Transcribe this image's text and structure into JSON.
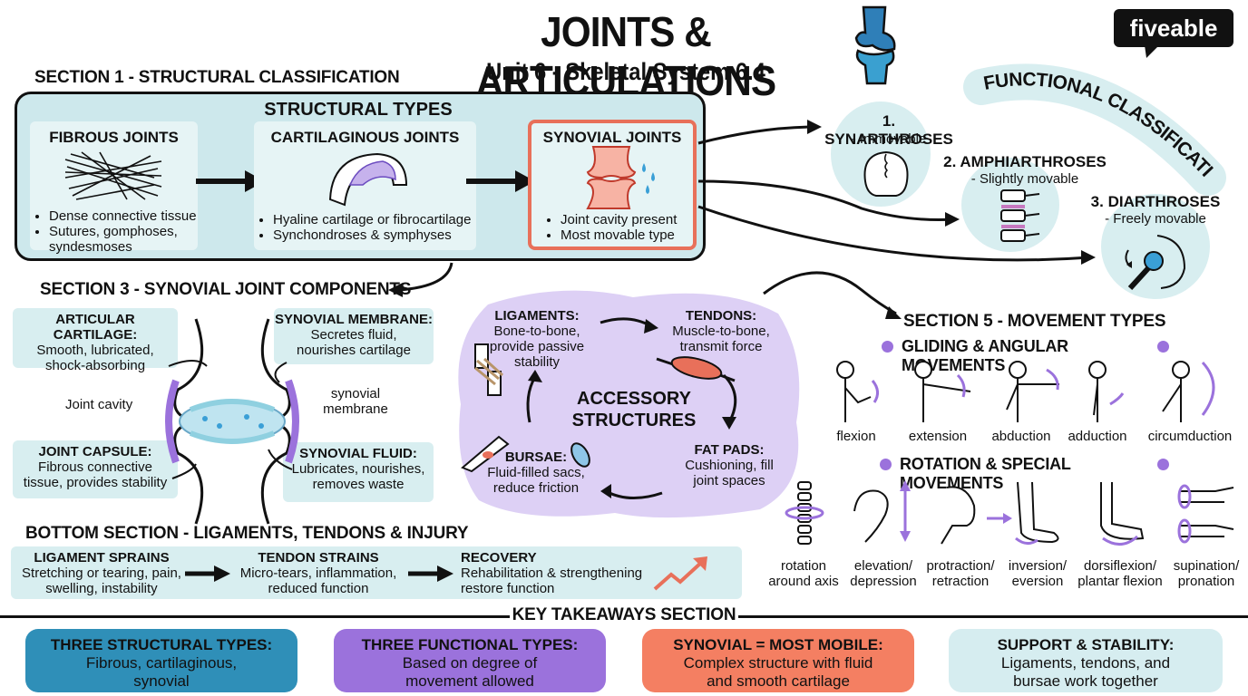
{
  "header": {
    "title": "JOINTS & ARTICULATIONS",
    "subtitle": "Unit 6 - Skeletal System 6.4",
    "brand": "fiveable"
  },
  "section1": {
    "heading": "SECTION 1 - STRUCTURAL CLASSIFICATION",
    "box_title": "STRUCTURAL TYPES",
    "fibrous": {
      "title": "FIBROUS JOINTS",
      "bullets": [
        "Dense connective tissue",
        "Sutures, gomphoses, syndesmoses"
      ]
    },
    "cartilaginous": {
      "title": "CARTILAGINOUS JOINTS",
      "bullets": [
        "Hyaline cartilage or fibrocartilage",
        "Synchondroses & symphyses"
      ]
    },
    "synovial": {
      "title": "SYNOVIAL JOINTS",
      "bullets": [
        "Joint cavity present",
        "Most movable type"
      ]
    }
  },
  "functional": {
    "heading": "FUNCTIONAL CLASSIFICATION",
    "items": [
      {
        "title": "1. SYNARTHROSES",
        "desc": "- Immovable"
      },
      {
        "title": "2. AMPHIARTHROSES",
        "desc": "- Slightly movable"
      },
      {
        "title": "3. DIARTHROSES",
        "desc": "- Freely movable"
      }
    ]
  },
  "section3": {
    "heading": "SECTION 3 - SYNOVIAL JOINT COMPONENTS",
    "articular": {
      "title": "ARTICULAR CARTILAGE:",
      "desc": "Smooth, lubricated, shock-absorbing"
    },
    "membrane": {
      "title": "SYNOVIAL MEMBRANE:",
      "desc": "Secretes fluid, nourishes cartilage"
    },
    "capsule": {
      "title": "JOINT CAPSULE:",
      "desc": "Fibrous connective tissue, provides stability"
    },
    "fluid": {
      "title": "SYNOVIAL FLUID:",
      "desc": "Lubricates, nourishes, removes waste"
    },
    "label_cavity": "Joint cavity",
    "label_membrane": "synovial membrane"
  },
  "accessory": {
    "title": "ACCESSORY STRUCTURES",
    "ligaments": {
      "title": "LIGAMENTS:",
      "desc": "Bone-to-bone, provide passive stability"
    },
    "tendons": {
      "title": "TENDONS:",
      "desc": "Muscle-to-bone, transmit force"
    },
    "fatpads": {
      "title": "FAT PADS:",
      "desc": "Cushioning, fill joint spaces"
    },
    "bursae": {
      "title": "BURSAE:",
      "desc": "Fluid-filled sacs, reduce friction"
    }
  },
  "section5": {
    "heading": "SECTION 5 - MOVEMENT TYPES",
    "group1": "GLIDING & ANGULAR MOVEMENTS",
    "group1_items": [
      "flexion",
      "extension",
      "abduction",
      "adduction",
      "circumduction"
    ],
    "group2": "ROTATION & SPECIAL MOVEMENTS",
    "group2_items": [
      "rotation around axis",
      "elevation/ depression",
      "protraction/ retraction",
      "inversion/ eversion",
      "dorsiflexion/ plantar flexion",
      "supination/ pronation"
    ]
  },
  "bottom": {
    "heading": "BOTTOM SECTION - LIGAMENTS, TENDONS & INJURY",
    "sprains": {
      "title": "LIGAMENT SPRAINS",
      "desc": "Stretching or tearing, pain, swelling, instability"
    },
    "strains": {
      "title": "TENDON STRAINS",
      "desc": "Micro-tears, inflammation, reduced function"
    },
    "recovery": {
      "title": "RECOVERY",
      "desc": "Rehabilitation & strengthening restore function"
    }
  },
  "takeaways": {
    "heading": "KEY TAKEAWAYS SECTION",
    "items": [
      {
        "title": "THREE STRUCTURAL TYPES:",
        "desc": "Fibrous, cartilaginous, synovial",
        "color": "#2f8fb8"
      },
      {
        "title": "THREE FUNCTIONAL TYPES:",
        "desc": "Based on degree of movement allowed",
        "color": "#9b72dc"
      },
      {
        "title": "SYNOVIAL = MOST MOBILE:",
        "desc": "Complex structure with fluid and smooth cartilage",
        "color": "#f47f62"
      },
      {
        "title": "SUPPORT & STABILITY:",
        "desc": "Ligaments, tendons, and bursae work together",
        "color": "#d6edf0"
      }
    ]
  },
  "colors": {
    "teal": "#d8eef0",
    "purple": "#ddd0f5",
    "coral": "#e8705a",
    "dark": "#111111"
  }
}
